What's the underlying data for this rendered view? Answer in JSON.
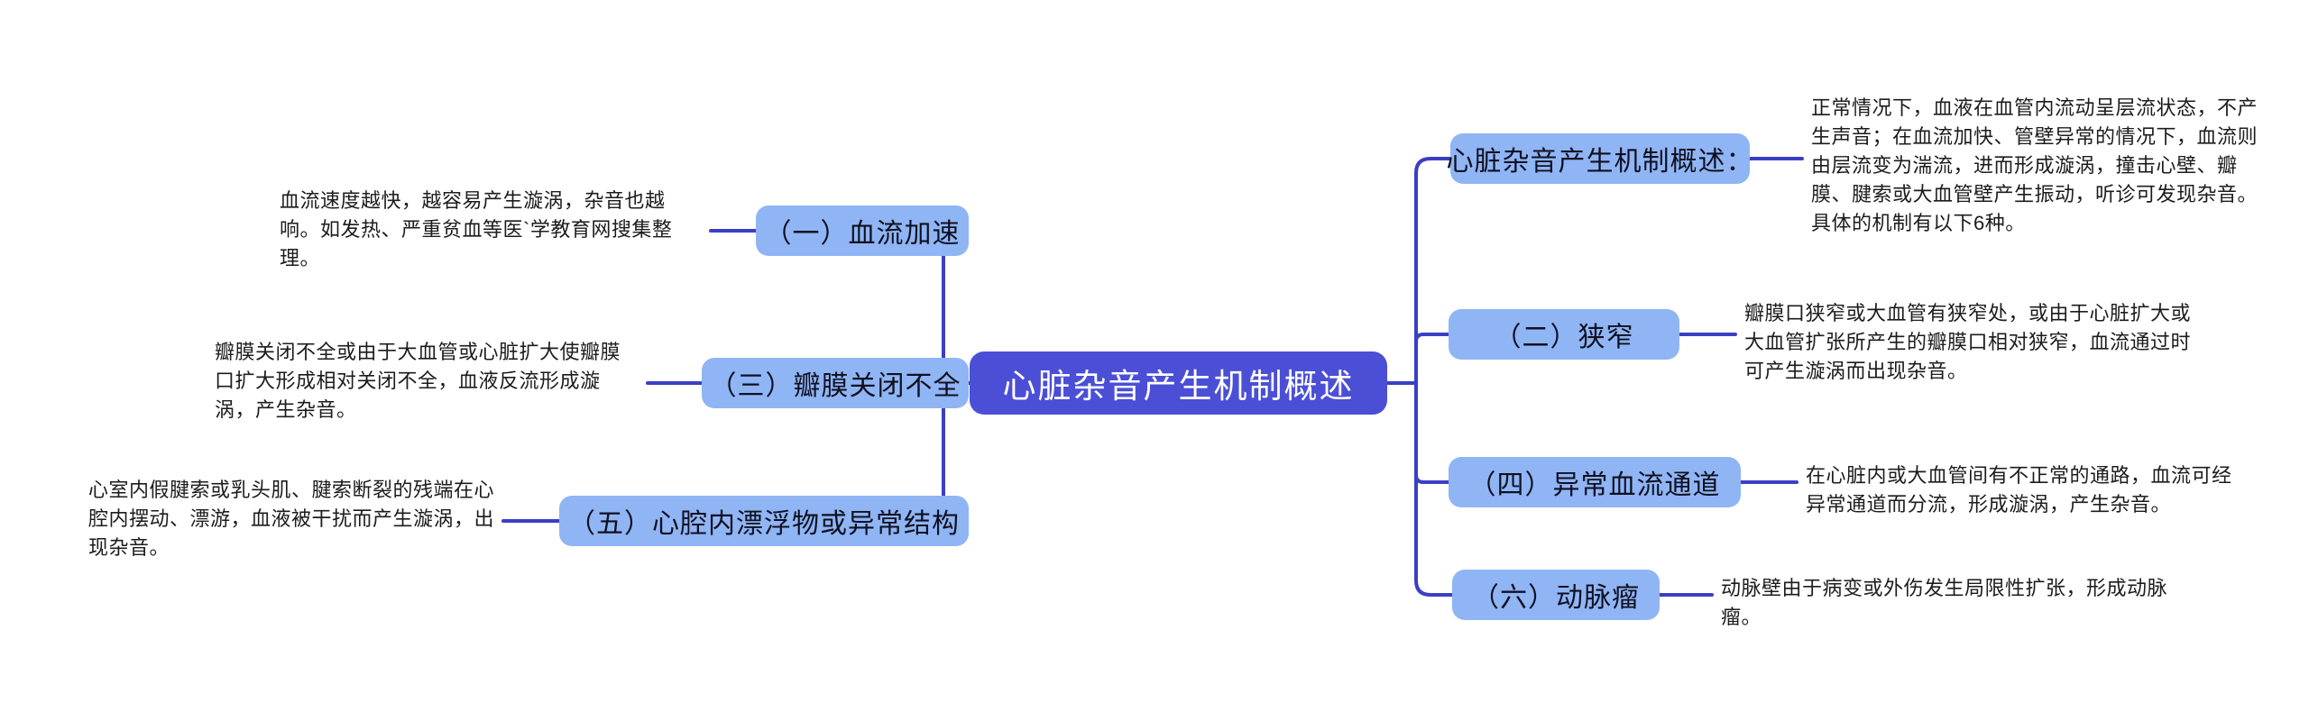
{
  "diagram": {
    "type": "mind-map",
    "title": "心脏杂音产生机制概述",
    "colors": {
      "root_fill": "#4b4fd6",
      "root_text": "#ffffff",
      "branch_fill": "#8fb5f5",
      "branch_text": "#101020",
      "link": "#3b3fc4",
      "body_text": "#1c1c1c",
      "background": "#ffffff"
    }
  },
  "root": {
    "label": "心脏杂音产生机制概述"
  },
  "right_branches": [
    {
      "label": "心脏杂音产生机制概述：",
      "detail": "正常情况下，血液在血管内流动呈层流状态，不产生声音；在血流加快、管壁异常的情况下，血流则由层流变为湍流，进而形成漩涡，撞击心壁、瓣膜、腱索或大血管壁产生振动，听诊可发现杂音。具体的机制有以下6种。"
    },
    {
      "label": "（二）狭窄",
      "detail": "瓣膜口狭窄或大血管有狭窄处，或由于心脏扩大或大血管扩张所产生的瓣膜口相对狭窄，血流通过时可产生漩涡而出现杂音。"
    },
    {
      "label": "（四）异常血流通道",
      "detail": "在心脏内或大血管间有不正常的通路，血流可经异常通道而分流，形成漩涡，产生杂音。"
    },
    {
      "label": "（六）动脉瘤",
      "detail": "动脉壁由于病变或外伤发生局限性扩张，形成动脉瘤。"
    }
  ],
  "left_branches": [
    {
      "label": "（一）血流加速",
      "detail": "血流速度越快，越容易产生漩涡，杂音也越响。如发热、严重贫血等医`学教育网搜集整理。"
    },
    {
      "label": "（三）瓣膜关闭不全",
      "detail": "瓣膜关闭不全或由于大血管或心脏扩大使瓣膜口扩大形成相对关闭不全，血液反流形成漩涡，产生杂音。"
    },
    {
      "label": "（五）心腔内漂浮物或异常结构",
      "detail": "心室内假腱索或乳头肌、腱索断裂的残端在心腔内摆动、漂游，血液被干扰而产生漩涡，出现杂音。"
    }
  ]
}
